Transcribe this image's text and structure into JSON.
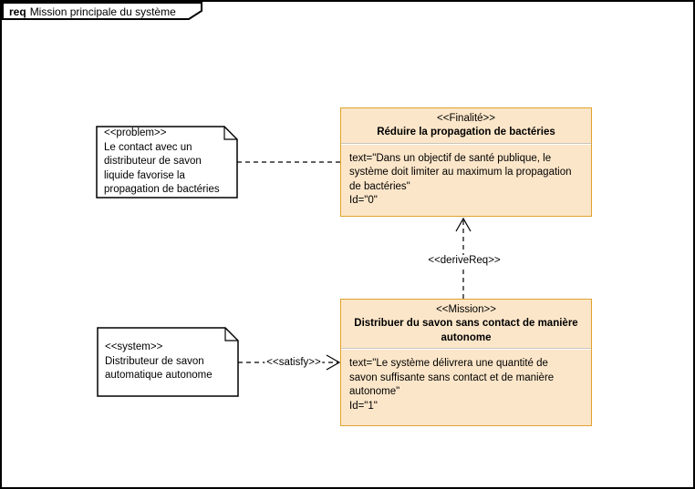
{
  "frame": {
    "keyword": "req",
    "title": "Mission principale du système"
  },
  "colors": {
    "requirement_fill": "#FCE6C9",
    "requirement_border": "#DFA22E",
    "note_fill": "#FFFFFF",
    "note_border": "#000000",
    "connector": "#000000",
    "frame_border": "#000000"
  },
  "notes": [
    {
      "kind": "problem",
      "lines": [
        "<<problem>>",
        "Le contact avec un",
        "distributeur de savon",
        "liquide favorise la",
        "propagation de bactéries"
      ]
    },
    {
      "kind": "system",
      "lines": [
        "<<system>>",
        "Distributeur de savon",
        "automatique autonome"
      ]
    }
  ],
  "requirements": [
    {
      "stereotype": "<<Finalité>>",
      "name_lines": [
        "Réduire la propagation de bactéries"
      ],
      "body_lines": [
        "text=\"Dans un objectif de santé publique, le",
        "système doit limiter au maximum la propagation",
        "de bactéries\"",
        "Id=\"0\""
      ]
    },
    {
      "stereotype": "<<Mission>>",
      "name_lines": [
        "Distribuer du savon sans contact de manière",
        "autonome"
      ],
      "body_lines": [
        "text=\"Le système délivrera une quantité de",
        "savon suffisante sans contact et de manière",
        "autonome\"",
        "Id=\"1\""
      ]
    }
  ],
  "connectors": {
    "derive_label": "<<deriveReq>>",
    "satisfy_label": "<<satisfy>>"
  }
}
